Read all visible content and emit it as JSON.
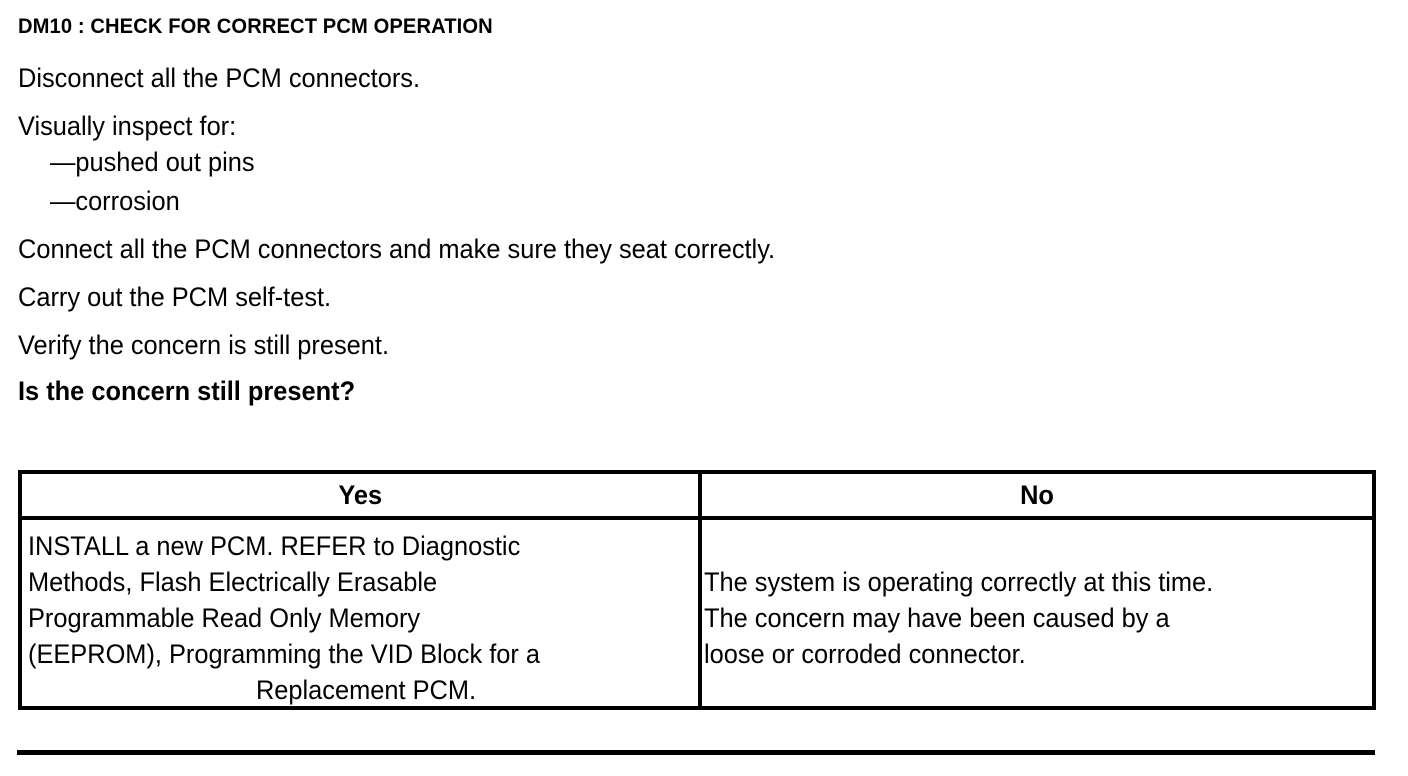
{
  "document": {
    "title": "DM10 : CHECK FOR CORRECT PCM OPERATION",
    "steps": [
      "Disconnect all the PCM connectors.",
      "Visually inspect for:",
      "—pushed out pins",
      "—corrosion",
      "Connect all the PCM connectors and make sure they seat correctly.",
      "Carry out the PCM self-test.",
      "Verify the concern is still present."
    ],
    "question": "Is the concern still present?"
  },
  "decision_table": {
    "headers": {
      "yes": "Yes",
      "no": "No"
    },
    "yes_cell": {
      "lines": [
        "INSTALL a new PCM. REFER to Diagnostic",
        "Methods, Flash Electrically Erasable",
        "Programmable Read Only Memory",
        "(EEPROM), Programming the VID Block for a",
        "Replacement PCM."
      ],
      "full_text": "INSTALL a new PCM. REFER to Diagnostic Methods, Flash Electrically Erasable Programmable Read Only Memory (EEPROM), Programming the VID Block for a Replacement PCM."
    },
    "no_cell": {
      "lines": [
        "The system is operating correctly at this time.",
        "The concern may have been caused by a",
        "loose or corroded connector."
      ],
      "full_text": "The system is operating correctly at this time. The concern may have been caused by a loose or corroded connector."
    }
  },
  "colors": {
    "ink": "#000000",
    "paper": "#ffffff"
  }
}
